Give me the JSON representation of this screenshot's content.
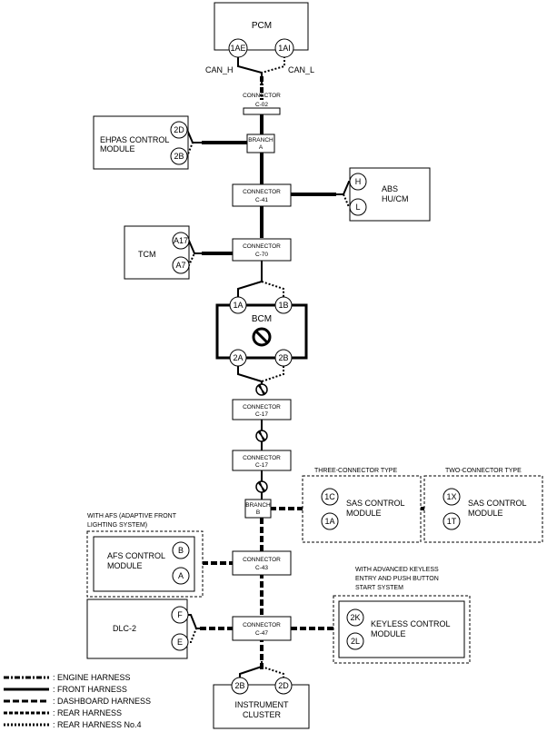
{
  "modules": {
    "pcm": "PCM",
    "ehpas": [
      "EHPAS CONTROL",
      "MODULE"
    ],
    "abs": [
      "ABS",
      "HU/CM"
    ],
    "tcm": "TCM",
    "bcm": "BCM",
    "afs": [
      "AFS CONTROL",
      "MODULE"
    ],
    "sas3": [
      "SAS CONTROL",
      "MODULE"
    ],
    "sas2": [
      "SAS CONTROL",
      "MODULE"
    ],
    "dlc": "DLC-2",
    "keyless": [
      "KEYLESS CONTROL",
      "MODULE"
    ],
    "cluster": [
      "INSTRUMENT",
      "CLUSTER"
    ]
  },
  "pins": {
    "pcm_h": "1AE",
    "pcm_l": "1AI",
    "ehpas_h": "2D",
    "ehpas_l": "2B",
    "abs_h": "H",
    "abs_l": "L",
    "tcm_h": "A17",
    "tcm_l": "A7",
    "bcm_1a": "1A",
    "bcm_1b": "1B",
    "bcm_2a": "2A",
    "bcm_2b": "2B",
    "sas3_h": "1C",
    "sas3_l": "1A",
    "sas2_h": "1X",
    "sas2_l": "1T",
    "afs_h": "B",
    "afs_l": "A",
    "dlc_h": "F",
    "dlc_l": "E",
    "keyless_h": "2K",
    "keyless_l": "2L",
    "cluster_h": "2B",
    "cluster_l": "2D"
  },
  "signals": {
    "can_h": "CAN_H",
    "can_l": "CAN_L"
  },
  "connectors": {
    "c02": [
      "CONNECTOR",
      "C-02"
    ],
    "branch_a": [
      "BRANCH",
      "A"
    ],
    "c41": [
      "CONNECTOR",
      "C-41"
    ],
    "c70": [
      "CONNECTOR",
      "C-70"
    ],
    "c17a": [
      "CONNECTOR",
      "C-17"
    ],
    "c17b": [
      "CONNECTOR",
      "C-17"
    ],
    "branch_b": [
      "BRANCH",
      "B"
    ],
    "c43": [
      "CONNECTOR",
      "C-43"
    ],
    "c47": [
      "CONNECTOR",
      "C-47"
    ]
  },
  "headings": {
    "three_connector": "THREE-CONNECTOR TYPE",
    "two_connector": "TWO-CONNECTOR TYPE",
    "afs": [
      "WITH AFS (ADAPTIVE FRONT",
      "LIGHTING SYSTEM)"
    ],
    "keyless": [
      "WITH ADVANCED KEYLESS",
      "ENTRY AND PUSH BUTTON",
      "START SYSTEM"
    ]
  },
  "legend": [
    ": ENGINE HARNESS",
    ": FRONT HARNESS",
    ": DASHBOARD HARNESS",
    ": REAR HARNESS",
    ": REAR HARNESS No.4"
  ]
}
